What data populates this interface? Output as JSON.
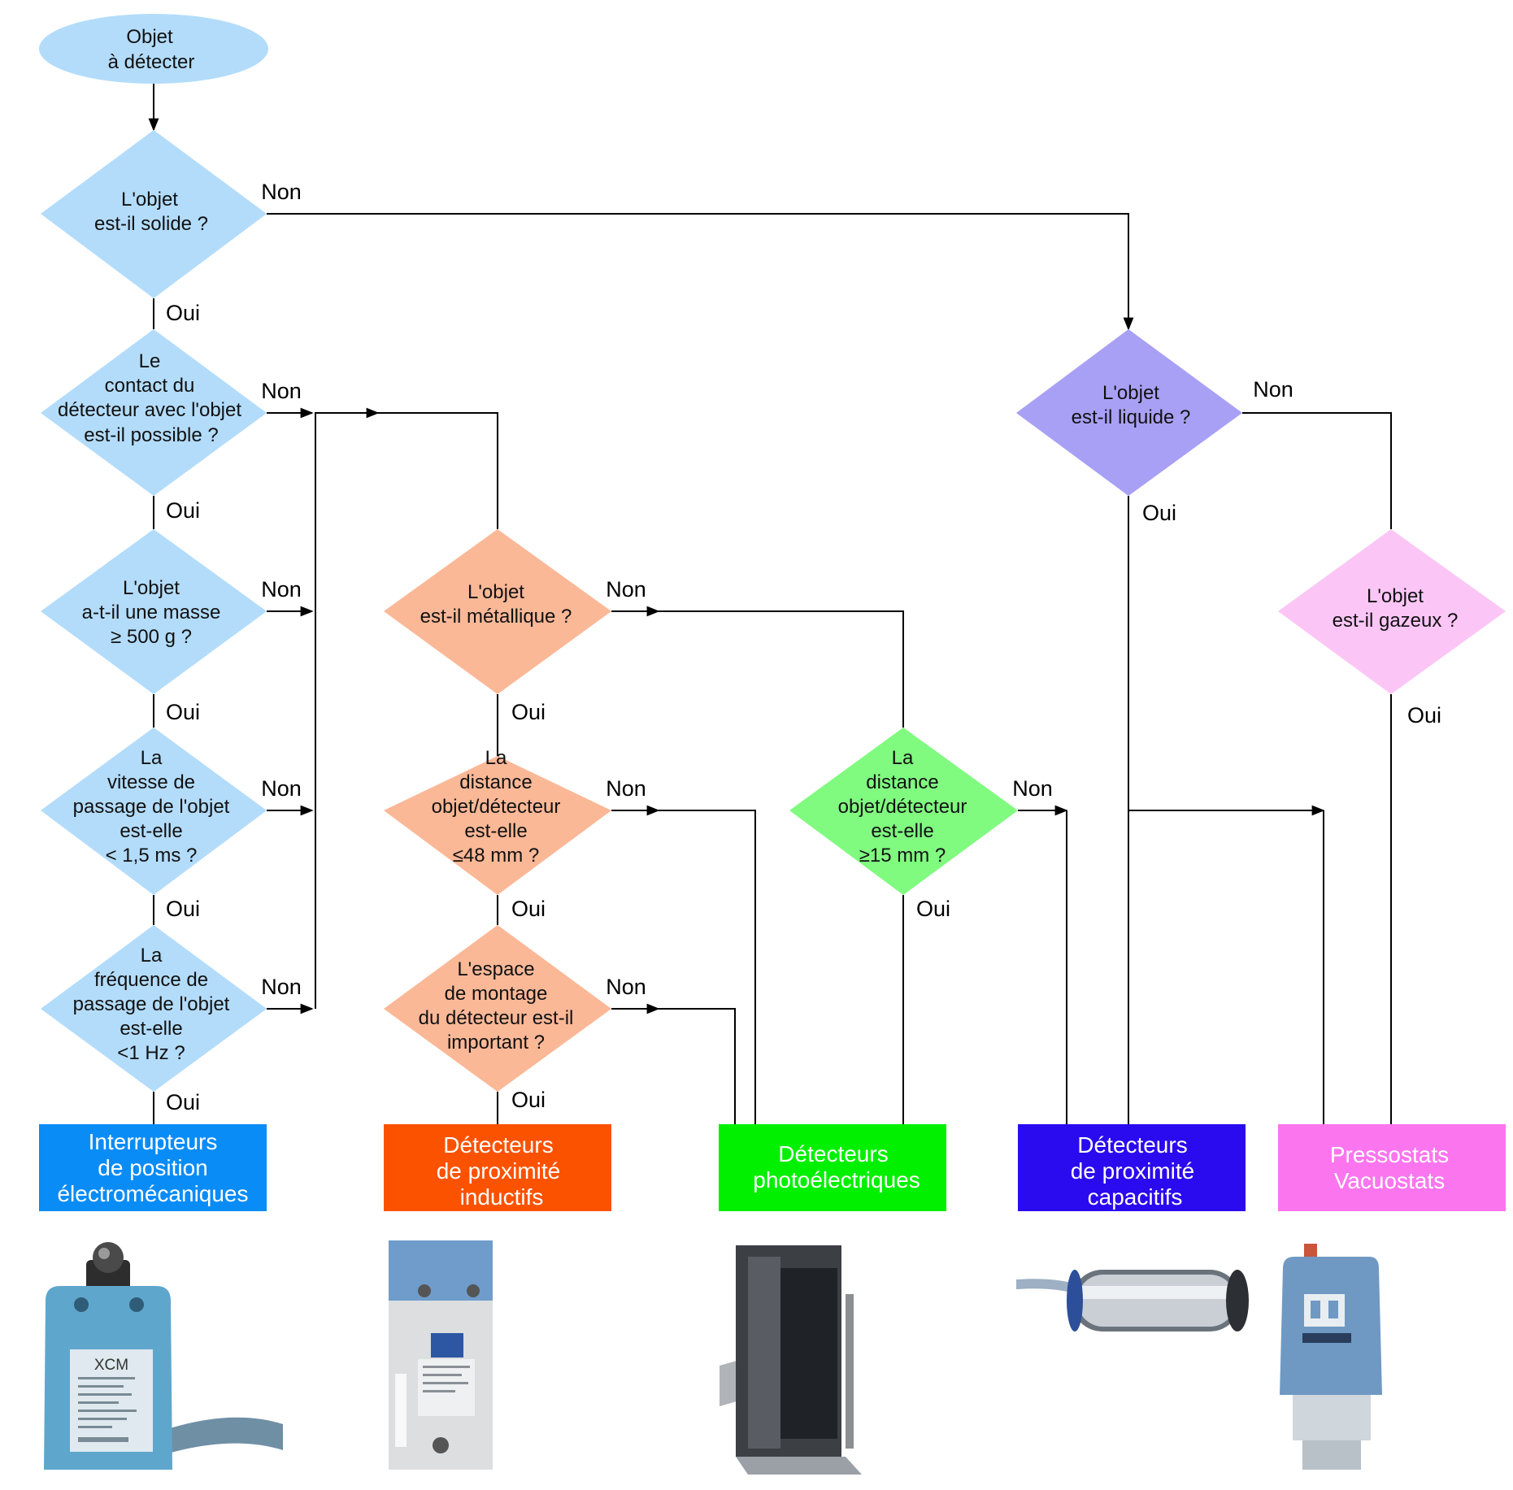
{
  "start": {
    "lines": [
      "Objet",
      "à détecter"
    ]
  },
  "questions": {
    "solid": [
      "L'objet",
      "est-il solide ?"
    ],
    "contact": [
      "Le",
      "contact du",
      "détecteur  avec l'objet",
      "est-il possible ?"
    ],
    "mass": [
      "L'objet",
      "a-t-il une masse",
      "≥ 500 g ?"
    ],
    "speed": [
      "La",
      "vitesse de",
      "passage de l'objet",
      "est-elle",
      "< 1,5 ms ?"
    ],
    "freq": [
      "La",
      "fréquence de",
      "passage de l'objet",
      "est-elle",
      "<1 Hz ?"
    ],
    "metal": [
      "L'objet",
      "est-il métallique ?"
    ],
    "dist48": [
      "La",
      "distance",
      "objet/détecteur",
      "est-elle",
      "≤48 mm ?"
    ],
    "space": [
      "L'espace",
      "de montage",
      "du détecteur est-il",
      "important ?"
    ],
    "dist15": [
      "La",
      "distance",
      "objet/détecteur",
      "est-elle",
      "≥15 mm ?"
    ],
    "liquid": [
      "L'objet",
      "est-il liquide ?"
    ],
    "gas": [
      "L'objet",
      "est-il gazeux ?"
    ]
  },
  "answers": {
    "yes": "Oui",
    "no": "Non"
  },
  "results": {
    "electromech": [
      "Interrupteurs",
      "de position",
      "électromécaniques"
    ],
    "inductive": [
      "Détecteurs",
      "de proximité",
      "inductifs"
    ],
    "photo": [
      "Détecteurs",
      "photoélectriques"
    ],
    "capacitive": [
      "Détecteurs",
      "de proximité",
      "capacitifs"
    ],
    "pressure": [
      "Pressostats",
      "Vacuostats"
    ]
  },
  "product_label": "XCM",
  "colors": {
    "start": "#b3dcfb",
    "blue_question": "#b3dcfb",
    "orange_question": "#fbb897",
    "green_question": "#80fb80",
    "purple_question": "#a8a0f5",
    "pink_question": "#fbc6f6",
    "electromech": "#0a8cf7",
    "inductive": "#fb5200",
    "photo": "#00f000",
    "capacitive": "#2a0aef",
    "pressure": "#fb75ef"
  }
}
